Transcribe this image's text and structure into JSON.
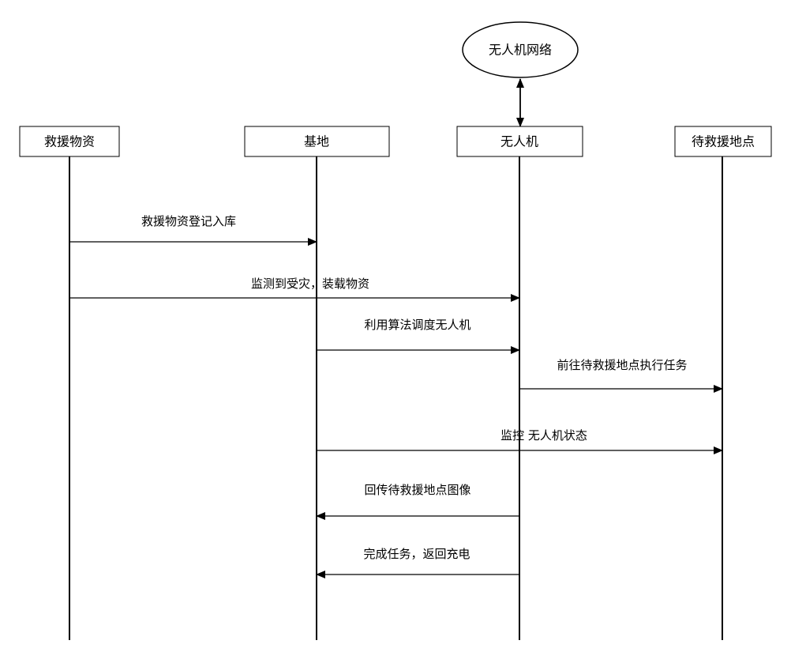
{
  "participants": [
    {
      "id": "supplies",
      "label": "救援物资"
    },
    {
      "id": "base",
      "label": "基地"
    },
    {
      "id": "drone",
      "label": "无人机"
    },
    {
      "id": "site",
      "label": "待救援地点"
    }
  ],
  "network": {
    "label": "无人机网络",
    "connected_to": "drone",
    "bidirectional": true
  },
  "messages": [
    {
      "from": "supplies",
      "to": "base",
      "label": "救援物资登记入库"
    },
    {
      "from": "supplies",
      "to": "drone",
      "label": "监测到受灾，装载物资"
    },
    {
      "from": "base",
      "to": "drone",
      "label": "利用算法调度无人机"
    },
    {
      "from": "drone",
      "to": "site",
      "label": "前往待救援地点执行任务"
    },
    {
      "from": "base",
      "to": "site",
      "label": "监控 无人机状态"
    },
    {
      "from": "drone",
      "to": "base",
      "label": "回传待救援地点图像"
    },
    {
      "from": "drone",
      "to": "base",
      "label": "完成任务，返回充电"
    }
  ]
}
